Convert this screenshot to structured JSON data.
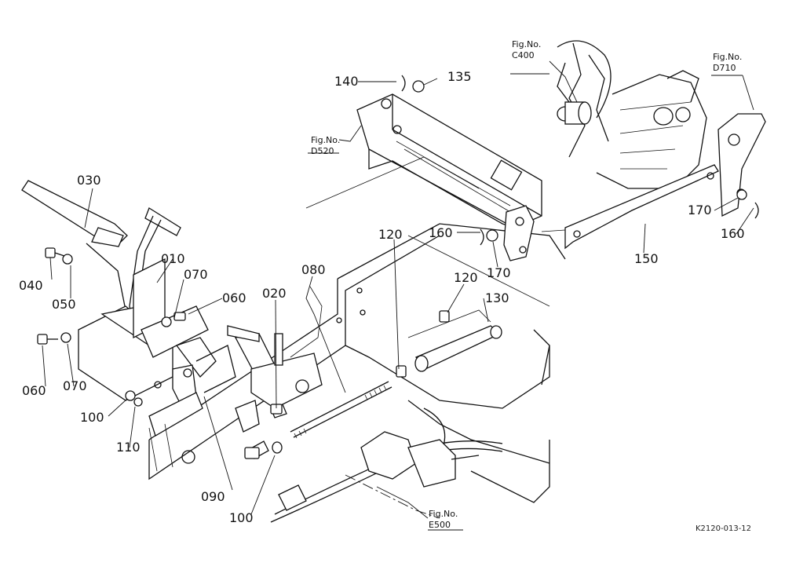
{
  "drawing_number": "K2120-013-12",
  "figure_refs": {
    "c400": {
      "label": "Fig.No.",
      "code": "C400"
    },
    "d710": {
      "label": "Fig.No.",
      "code": "D710"
    },
    "d520": {
      "label": "Fig.No.",
      "code": "D520"
    },
    "e500": {
      "label": "Fig.No.",
      "code": "E500"
    }
  },
  "part_callouts": {
    "p010": "010",
    "p020": "020",
    "p030": "030",
    "p040": "040",
    "p050": "050",
    "p060_left": "060",
    "p060_right": "060",
    "p070_left": "070",
    "p070_right": "070",
    "p080": "080",
    "p090": "090",
    "p100_left": "100",
    "p100_bottom": "100",
    "p110": "110",
    "p120_rod": "120",
    "p120_lever": "120",
    "p130": "130",
    "p135": "135",
    "p140": "140",
    "p150": "150",
    "p160_left": "160",
    "p160_right": "160",
    "p170_left": "170",
    "p170_right": "170"
  }
}
